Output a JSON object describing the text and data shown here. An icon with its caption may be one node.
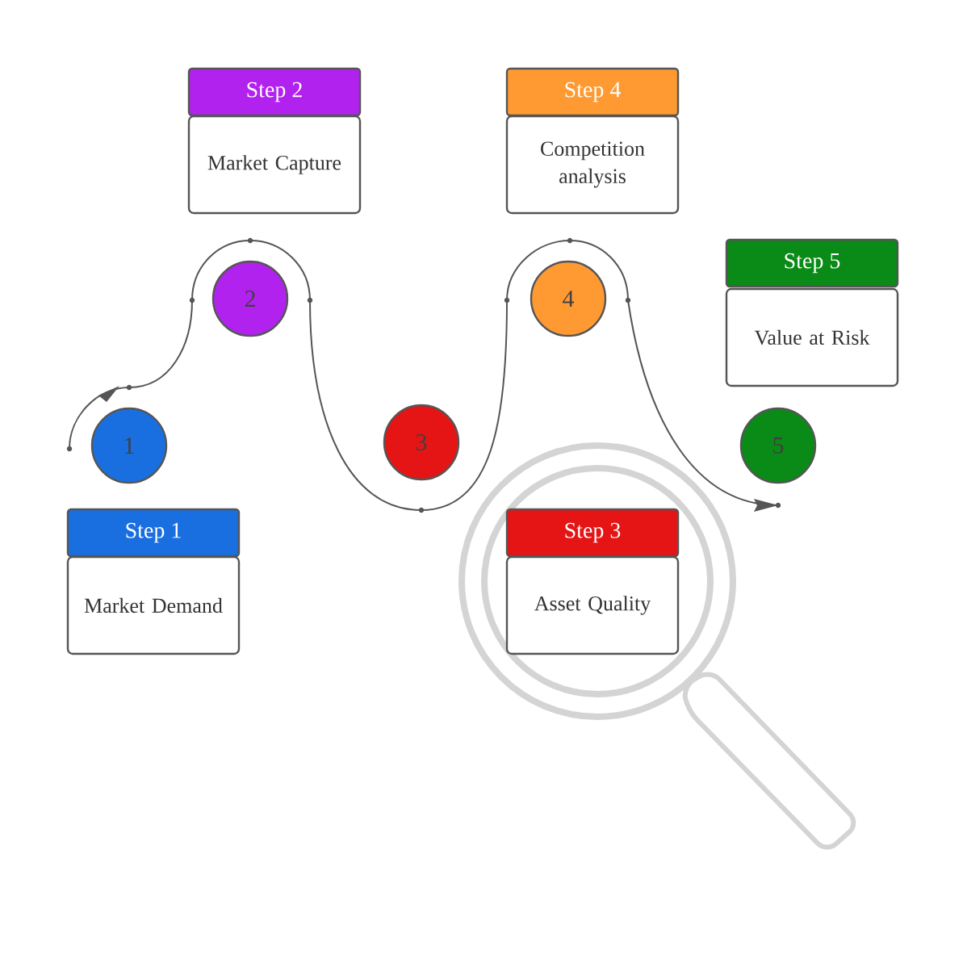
{
  "diagram": {
    "nodes": [
      {
        "text": [
          "Step 1"
        ]
      },
      {
        "text": [
          "Market Demand"
        ]
      },
      {
        "text": [
          "1"
        ]
      },
      {
        "text": [
          "Step 2"
        ]
      },
      {
        "text": [
          "Market Capture"
        ]
      },
      {
        "text": [
          "2"
        ]
      },
      {
        "text": [
          "Step 3"
        ]
      },
      {
        "text": [
          "Asset Quality"
        ]
      },
      {
        "text": [
          "3"
        ]
      },
      {
        "text": [
          "Step 4"
        ]
      },
      {
        "text": [
          "Competition analysis"
        ]
      },
      {
        "text": [
          "4"
        ]
      },
      {
        "text": [
          "Step 5"
        ]
      },
      {
        "text": [
          "Value at Risk"
        ]
      },
      {
        "text": [
          "5"
        ]
      }
    ]
  }
}
